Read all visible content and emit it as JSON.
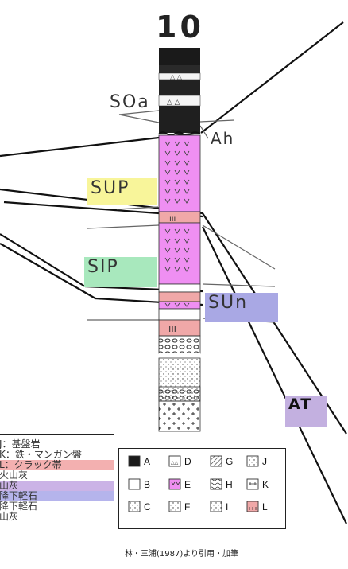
{
  "column": {
    "title": "10"
  },
  "units": {
    "soa": "SOa",
    "ah": "Ah",
    "sup": "SUP",
    "sip": "SIP",
    "sun": "SUn",
    "at": "AT"
  },
  "colors": {
    "sup_bg": "#f8f59a",
    "sip_bg": "#a8e8bd",
    "sun_bg": "#a9a8e4",
    "at_bg": "#c3b0e0",
    "crack_zone": "#f0a8a8",
    "pumice_layer": "#ef8ff2"
  },
  "legend_left": [
    "J：基盤岩",
    "K：鉄・マンガン盤",
    "L：クラック帯",
    "火山灰",
    "山灰",
    "降下軽石",
    "降下軽石",
    "山灰"
  ],
  "legend_symbols": [
    {
      "letter": "A",
      "pattern": "solid-black"
    },
    {
      "letter": "D",
      "pattern": "triangles"
    },
    {
      "letter": "G",
      "pattern": "hatch"
    },
    {
      "letter": "J",
      "pattern": "dots-plus"
    },
    {
      "letter": "B",
      "pattern": "blank"
    },
    {
      "letter": "E",
      "pattern": "v-marks-magenta"
    },
    {
      "letter": "H",
      "pattern": "waves"
    },
    {
      "letter": "K",
      "pattern": "fe-mn-bar"
    },
    {
      "letter": "C",
      "pattern": "fine-dots"
    },
    {
      "letter": "F",
      "pattern": "coarse-dots"
    },
    {
      "letter": "I",
      "pattern": "mixed"
    },
    {
      "letter": "L",
      "pattern": "crack-pink"
    }
  ],
  "source": "林・三浦(1987)より引用・加筆"
}
